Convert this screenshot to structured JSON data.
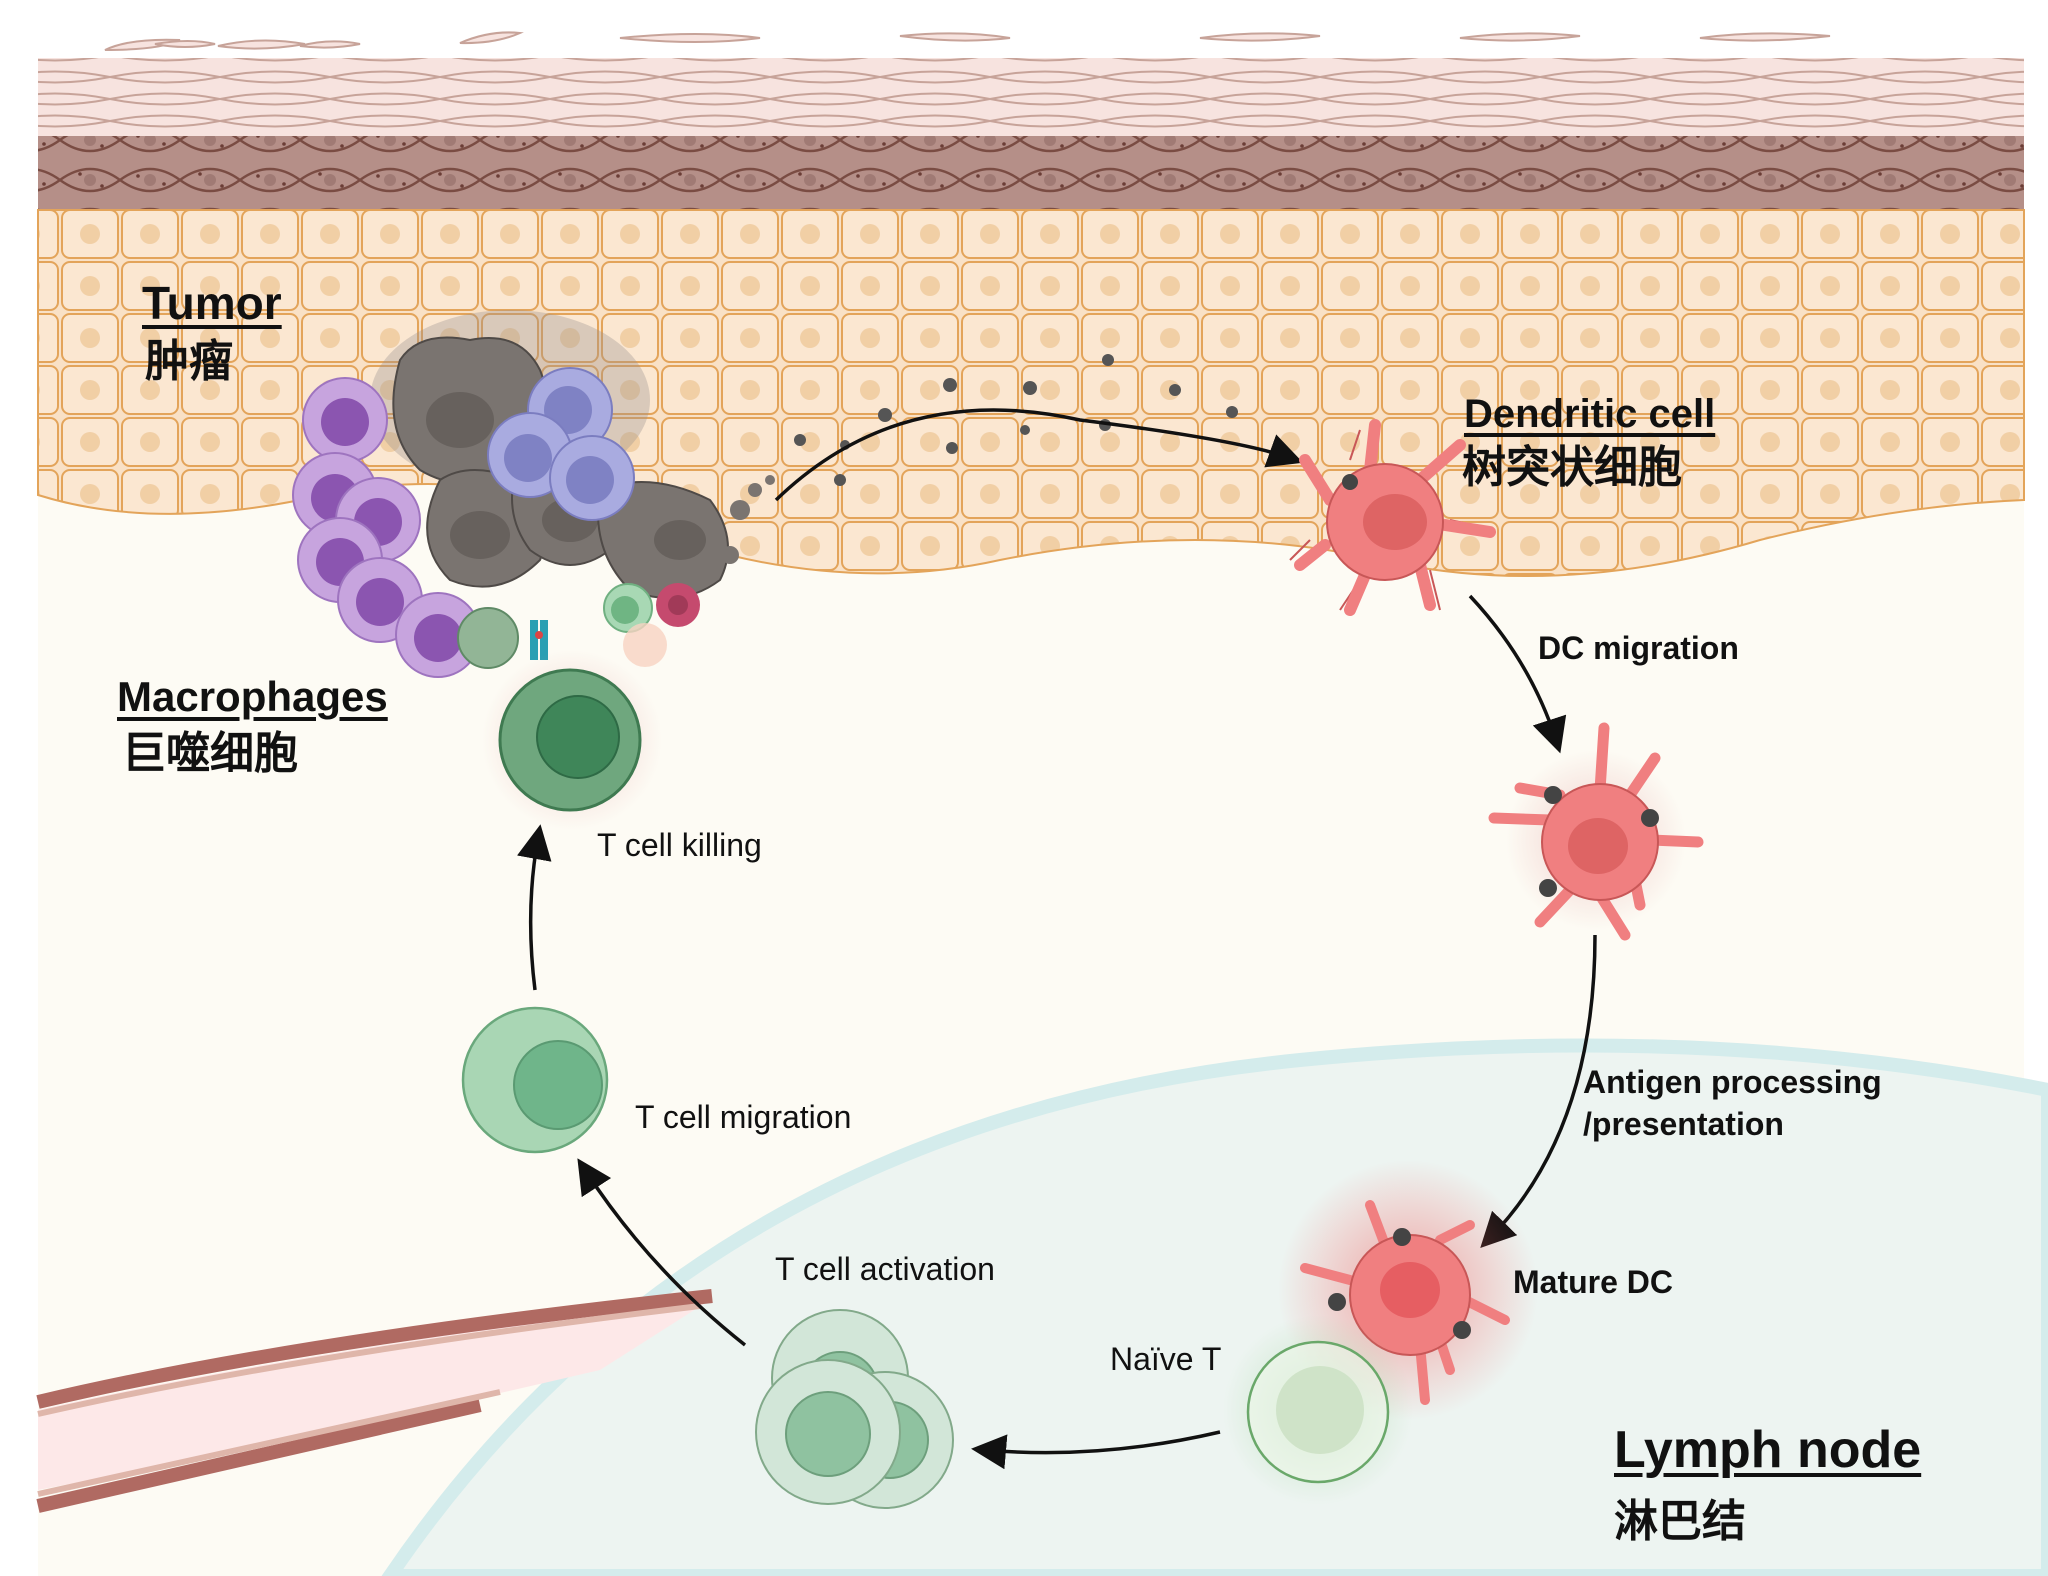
{
  "figure": {
    "description": "Cancer-immunity cycle in skin: tumor antigen release, dendritic cell migration to lymph node, T cell priming and activation, migration and tumor killing",
    "colors": {
      "background": "#fdfbf4",
      "stratum_corneum": "#f7e3df",
      "stratum_corneum_line": "#c7a399",
      "pigment_layer": "#b58f88",
      "pigment_line": "#7a4c43",
      "epidermis_cell": "#f9e1c6",
      "epidermis_line": "#e3a45a",
      "tumor_cell": "#7a7470",
      "macrophage": "#b38ad1",
      "b_cell": "#8e8fd0",
      "dendritic_cell": "#f07f80",
      "t_cell": "#7fb58e",
      "lymph_node": "#edf4f1",
      "lymph_node_rim": "#d4ecec",
      "vessel_wall": "#b06a62",
      "vessel_lumen": "#fde8e8",
      "arrow": "#111111"
    }
  },
  "regions": {
    "tumor": {
      "en": "Tumor",
      "zh": "肿瘤"
    },
    "macrophages": {
      "en": "Macrophages",
      "zh": "巨噬细胞"
    },
    "dendritic_cell": {
      "en": "Dendritic cell",
      "zh": "树突状细胞"
    },
    "lymph_node": {
      "en": "Lymph node",
      "zh": "淋巴结"
    }
  },
  "steps": {
    "dc_migration": "DC migration",
    "antigen_processing_line1": "Antigen processing",
    "antigen_processing_line2": "/presentation",
    "mature_dc": "Mature DC",
    "naive_t": "Naïve T",
    "t_cell_activation": "T cell activation",
    "t_cell_migration": "T cell migration",
    "t_cell_killing": "T cell killing"
  }
}
